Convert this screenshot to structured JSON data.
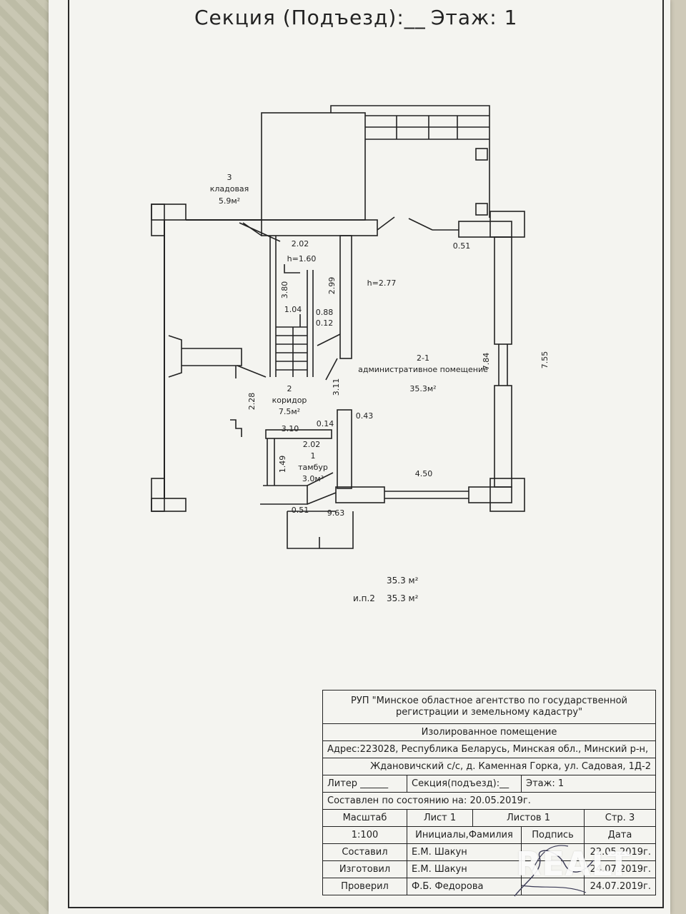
{
  "header": {
    "section_label": "Секция (Подъезд):__",
    "floor_label": "Этаж: 1"
  },
  "plan": {
    "rooms": [
      {
        "number": "3",
        "name": "кладовая",
        "area": "5.9м²"
      },
      {
        "number": "2-1",
        "name": "административное помещение",
        "area": "35.3м²"
      },
      {
        "number": "2",
        "name": "коридор",
        "area": "7.5м²"
      },
      {
        "number": "1",
        "name": "тамбур",
        "area": "3.0м²"
      }
    ],
    "dimensions": {
      "d1": "2.02",
      "d2": "h=1.60",
      "d3": "3.80",
      "d4": "2.99",
      "d5": "1.04",
      "d6": "0.88",
      "d7": "0.12",
      "d8": "h=2.77",
      "d9": "0.51",
      "d10": "7.84",
      "d11": "7.55",
      "d12": "3.11",
      "d13": "2.28",
      "d14": "0.43",
      "d15": "3.10",
      "d16": "0.14",
      "d17": "2.02",
      "d18": "1.49",
      "d19": "4.50",
      "d20": "0.51",
      "d21": "9.63"
    }
  },
  "summary": {
    "total_area": "35.3 м²",
    "ip_label": "и.п.2",
    "ip_area": "35.3 м²"
  },
  "title_block": {
    "organization": "РУП \"Минское областное агентство по государственной регистрации и земельному кадастру\"",
    "object_type": "Изолированное помещение",
    "address_line1": "Адрес:223028, Республика Беларусь, Минская обл., Минский р-н,",
    "address_line2": "Ждановичский с/с, д. Каменная Горка, ул. Садовая, 1Д-2",
    "liter_label": "Литер ______",
    "section_label": "Секция(подъезд):__",
    "floor_label": "Этаж: 1",
    "state_date": "Составлен по состоянию на: 20.05.2019г.",
    "scale_label": "Масштаб",
    "sheet_label": "Лист",
    "sheet_value": "1",
    "sheets_label": "Листов",
    "sheets_value": "1",
    "page_label": "Стр.",
    "page_value": "3",
    "scale_value": "1:100",
    "initials_label": "Инициалы,Фамилия",
    "signature_label": "Подпись",
    "date_label": "Дата",
    "rows": [
      {
        "role": "Составил",
        "name": "Е.М. Шакун",
        "date": "22.05.2019г."
      },
      {
        "role": "Изготовил",
        "name": "Е.М. Шакун",
        "date": "24.07.2019г."
      },
      {
        "role": "Проверил",
        "name": "Ф.Б. Федорова",
        "date": "24.07.2019г."
      }
    ]
  },
  "watermark": "REALT"
}
